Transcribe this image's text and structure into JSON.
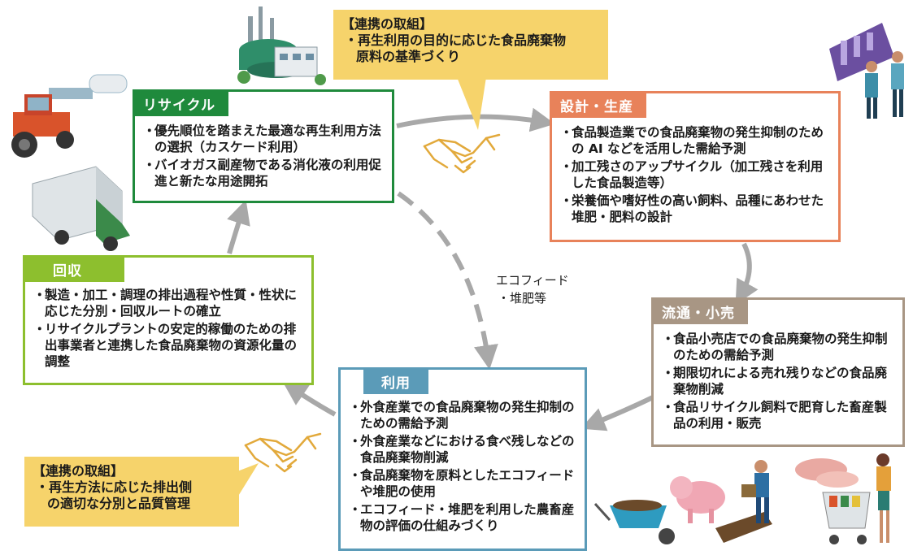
{
  "recycle": {
    "title": "リサイクル",
    "items": [
      "優先順位を踏まえた最適な再生利用方法の選択（カスケード利用）",
      "バイオガス副産物である消化液の利用促進と新たな用途開拓"
    ]
  },
  "design": {
    "title": "設計・生産",
    "items": [
      "食品製造業での食品廃棄物の発生抑制のための AI などを活用した需給予測",
      "加工残さのアップサイクル（加工残さを利用した食品製造等）",
      "栄養価や嗜好性の高い飼料、品種にあわせた堆肥・肥料の設計"
    ]
  },
  "retail": {
    "title": "流通・小売",
    "items": [
      "食品小売店での食品廃棄物の発生抑制のための需給予測",
      "期限切れによる売れ残りなどの食品廃棄物削減",
      "食品リサイクル飼料で肥育した畜産製品の利用・販売"
    ]
  },
  "use": {
    "title": "利用",
    "items": [
      "外食産業での食品廃棄物の発生抑制のための需給予測",
      "外食産業などにおける食べ残しなどの食品廃棄物削減",
      "食品廃棄物を原料としたエコフィードや堆肥の使用",
      "エコフィード・堆肥を利用した農畜産物の評価の仕組みづくり"
    ]
  },
  "collect": {
    "title": "回収",
    "items": [
      "製造・加工・調理の排出過程や性質・性状に応じた分別・回収ルートの確立",
      "リサイクルプラントの安定的稼働のための排出事業者と連携した食品廃棄物の資源化量の調整"
    ]
  },
  "callout_top": {
    "title": "【連携の取組】",
    "lines": [
      "・再生利用の目的に応じた食品廃棄物",
      "原料の基準づくり"
    ]
  },
  "callout_bottom": {
    "title": "【連携の取組】",
    "lines": [
      "・再生方法に応じた排出側",
      "の適切な分別と品質管理"
    ]
  },
  "ecofeed": {
    "line1": "エコフィード",
    "line2": "・堆肥等"
  },
  "colors": {
    "recycle": "#1f8a3c",
    "design": "#e8825a",
    "retail": "#a89684",
    "use": "#5b9bb8",
    "collect": "#8dbf2e",
    "callout": "#f6d36b",
    "arrow": "#a8a8a8",
    "handshake": "#e2a93b"
  }
}
